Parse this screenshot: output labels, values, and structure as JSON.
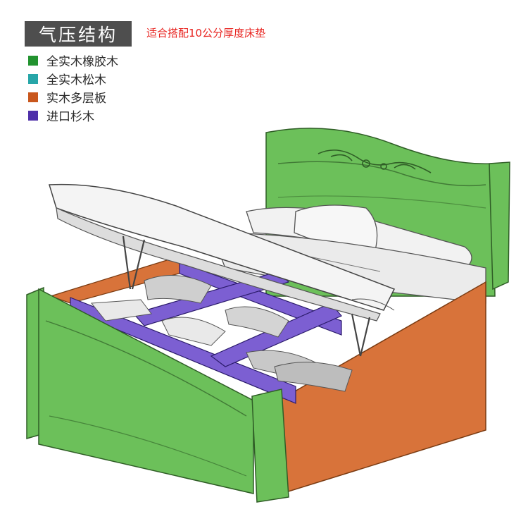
{
  "header": {
    "title": "气压结构",
    "subtitle": "适合搭配10公分厚度床垫"
  },
  "legend": [
    {
      "label": "全实木橡胶木",
      "color": "#22932f"
    },
    {
      "label": "全实木松木",
      "color": "#27a6a8"
    },
    {
      "label": "实木多层板",
      "color": "#c9571d"
    },
    {
      "label": "进口杉木",
      "color": "#4e2fa9"
    }
  ],
  "colors": {
    "headboard": "#6cc05a",
    "footboard": "#6cc05a",
    "side_panel": "#d8733a",
    "frame_slats": "#7c5fd2",
    "mattress": "#ebebeb",
    "sketch_line": "#3a3a3a"
  }
}
